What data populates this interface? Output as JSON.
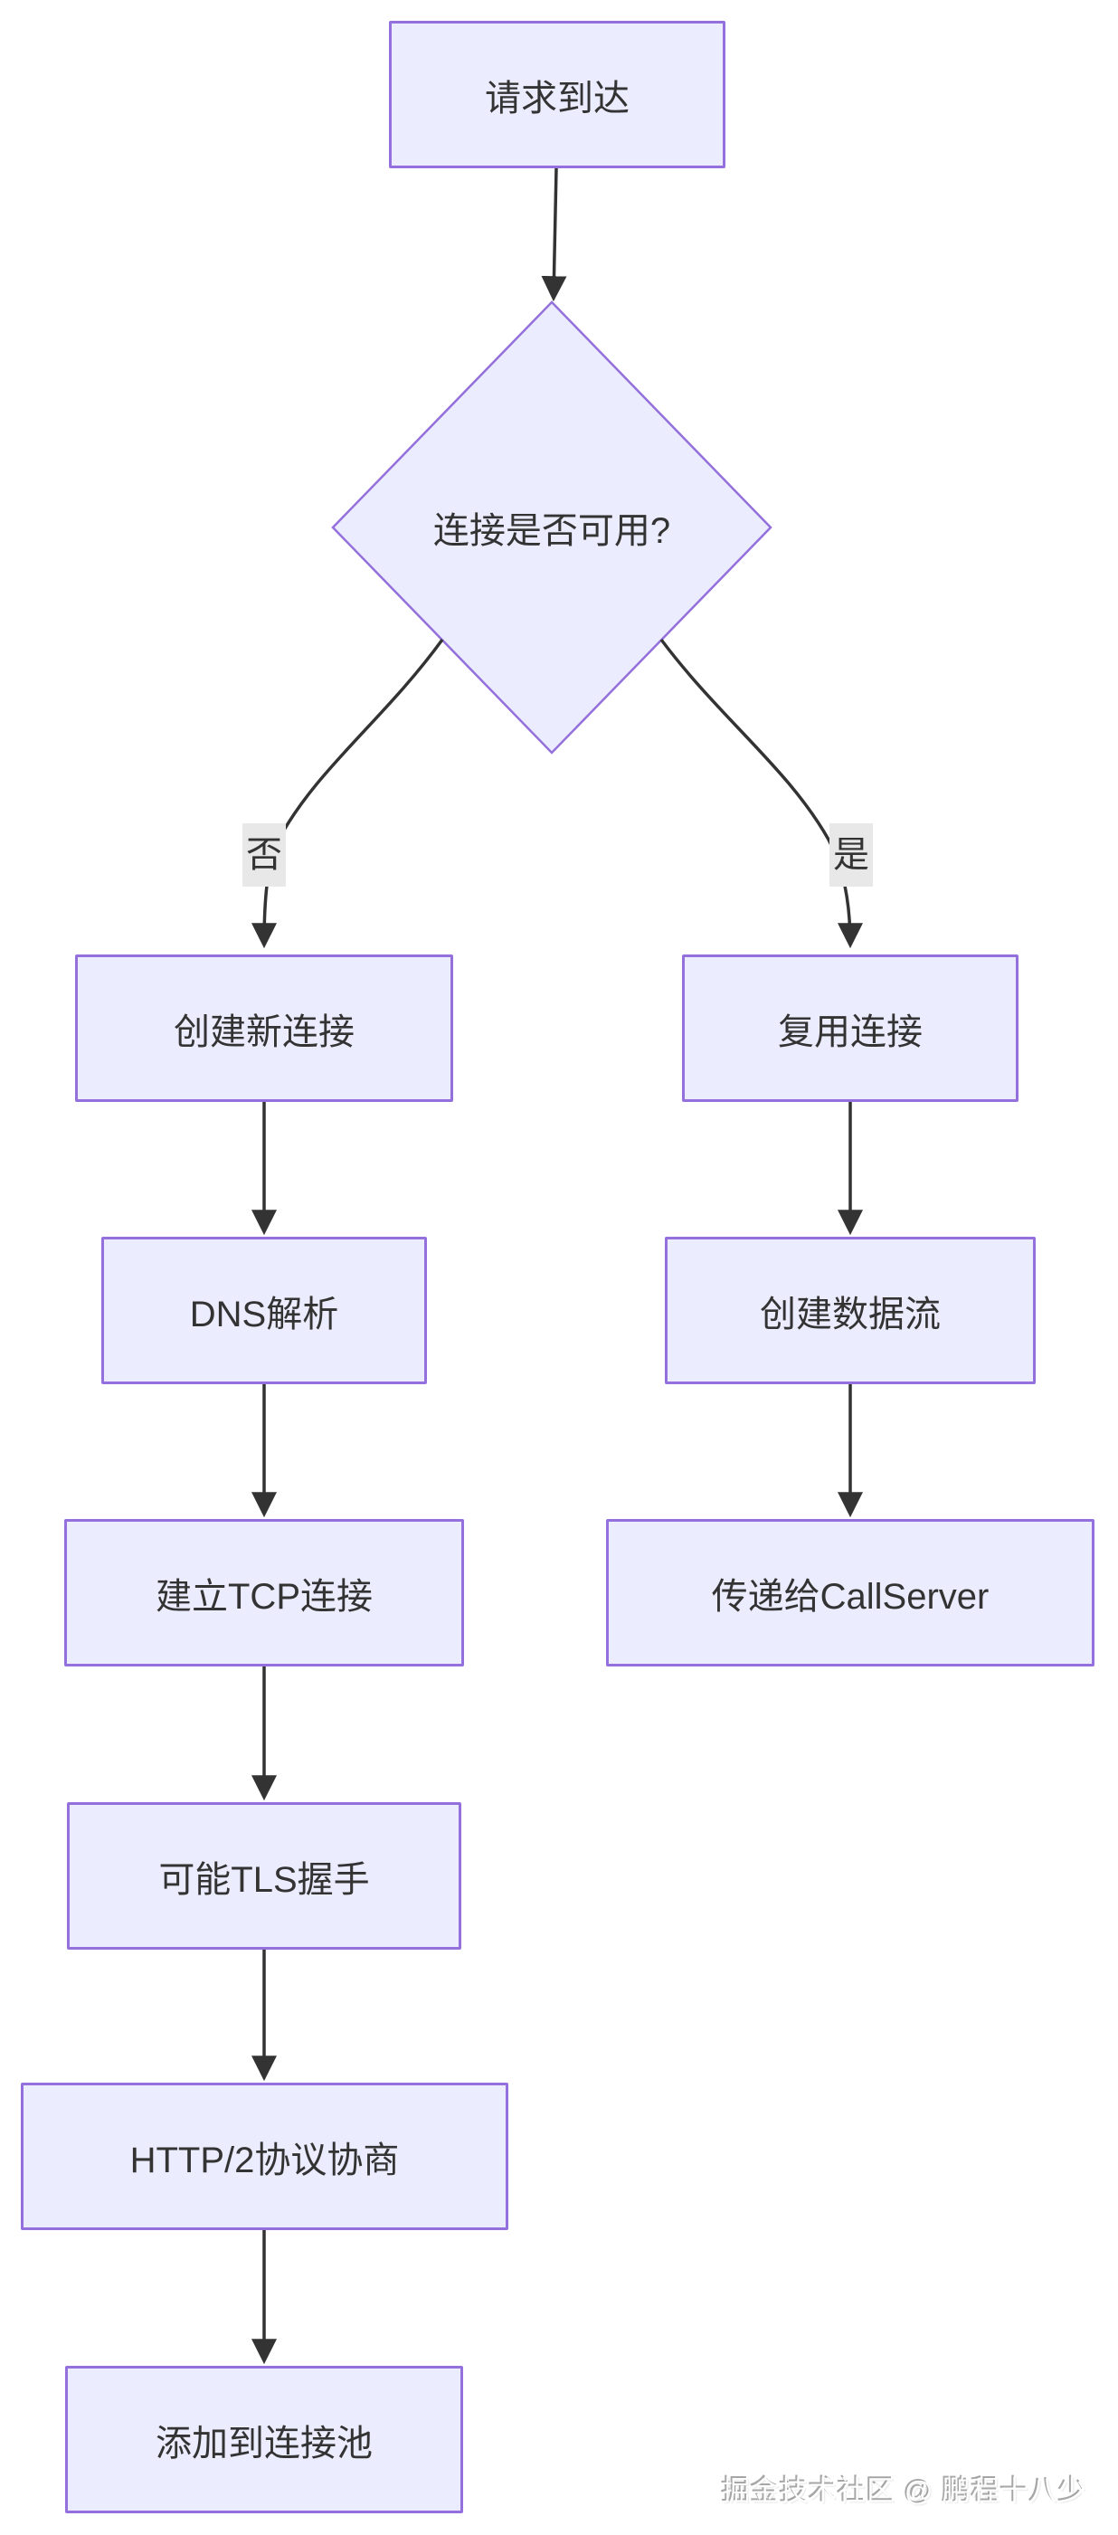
{
  "diagram": {
    "type": "flowchart",
    "direction": "top-down",
    "nodes": {
      "start": {
        "label": "请求到达",
        "shape": "rect"
      },
      "decision": {
        "label": "连接是否可用?",
        "shape": "diamond"
      },
      "new_conn": {
        "label": "创建新连接",
        "shape": "rect"
      },
      "dns": {
        "label": "DNS解析",
        "shape": "rect"
      },
      "tcp": {
        "label": "建立TCP连接",
        "shape": "rect"
      },
      "tls": {
        "label": "可能TLS握手",
        "shape": "rect"
      },
      "h2": {
        "label": "HTTP/2协议协商",
        "shape": "rect"
      },
      "pool": {
        "label": "添加到连接池",
        "shape": "rect"
      },
      "reuse": {
        "label": "复用连接",
        "shape": "rect"
      },
      "stream": {
        "label": "创建数据流",
        "shape": "rect"
      },
      "callserver": {
        "label": "传递给CallServer",
        "shape": "rect"
      }
    },
    "edges": [
      {
        "from": "start",
        "to": "decision",
        "label": ""
      },
      {
        "from": "decision",
        "to": "new_conn",
        "label": "否"
      },
      {
        "from": "decision",
        "to": "reuse",
        "label": "是"
      },
      {
        "from": "new_conn",
        "to": "dns",
        "label": ""
      },
      {
        "from": "dns",
        "to": "tcp",
        "label": ""
      },
      {
        "from": "tcp",
        "to": "tls",
        "label": ""
      },
      {
        "from": "tls",
        "to": "h2",
        "label": ""
      },
      {
        "from": "h2",
        "to": "pool",
        "label": ""
      },
      {
        "from": "reuse",
        "to": "stream",
        "label": ""
      },
      {
        "from": "stream",
        "to": "callserver",
        "label": ""
      }
    ]
  },
  "watermark": {
    "text": "掘金技术社区 @ 鹏程十八少"
  },
  "colors": {
    "page_bg": "#ffffff",
    "node_fill": "#ECECFF",
    "node_border": "#9370DB",
    "edge": "#333333",
    "label_bg": "#e8e8e8",
    "text": "#333333"
  }
}
